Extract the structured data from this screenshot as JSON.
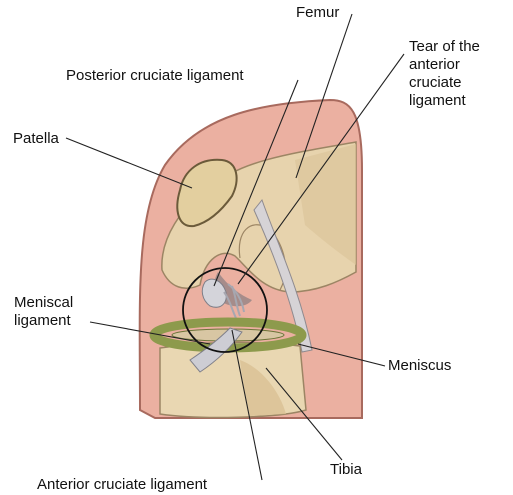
{
  "labels": {
    "femur": "Femur",
    "tear_acl": "Tear of the\nanterior\ncruciate\nligament",
    "pcl": "Posterior cruciate ligament",
    "patella": "Patella",
    "meniscal_ligament": "Meniscal\nligament",
    "meniscus": "Meniscus",
    "tibia": "Tibia",
    "acl": "Anterior cruciate ligament"
  },
  "colors": {
    "skin": "#e8a99a",
    "bone": "#e7d3ad",
    "meniscus": "#8d9a4c",
    "ligament": "#c9c9cf",
    "leader": "#222222"
  }
}
